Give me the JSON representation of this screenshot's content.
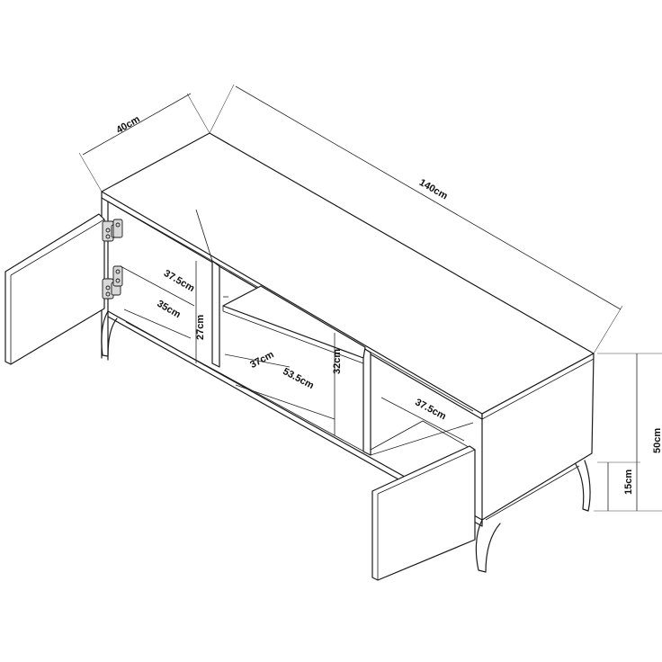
{
  "dimensions": {
    "depth": "40cm",
    "width": "140cm",
    "height": "50cm",
    "leg_height": "15cm",
    "left_inner_depth": "37.5cm",
    "left_inner_width": "35cm",
    "left_inner_height": "27cm",
    "center_shelf_depth": "37cm",
    "center_width": "53.5cm",
    "center_height": "32cm",
    "right_inner_depth": "37.5cm"
  }
}
